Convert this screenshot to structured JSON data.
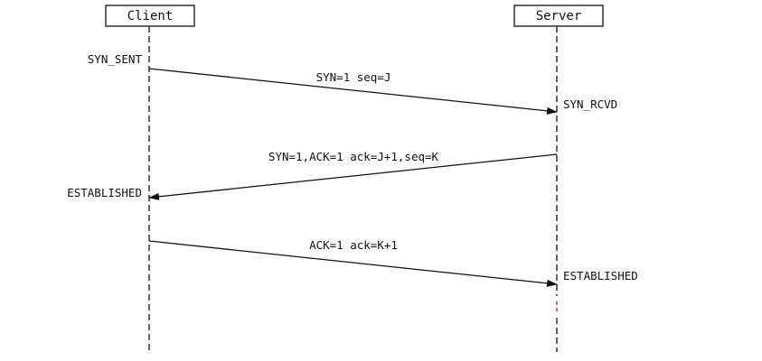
{
  "participants": {
    "client": "Client",
    "server": "Server"
  },
  "client_states": {
    "syn_sent": "SYN_SENT",
    "established": "ESTABLISHED"
  },
  "server_states": {
    "syn_rcvd": "SYN_RCVD",
    "established": "ESTABLISHED"
  },
  "messages": {
    "syn": "SYN=1 seq=J",
    "syn_ack": "SYN=1,ACK=1 ack=J+1,seq=K",
    "ack": "ACK=1 ack=K+1"
  },
  "colors": {
    "line": "#111111",
    "accent_red": "#cc2222",
    "watermark": "#c9c9c9"
  }
}
